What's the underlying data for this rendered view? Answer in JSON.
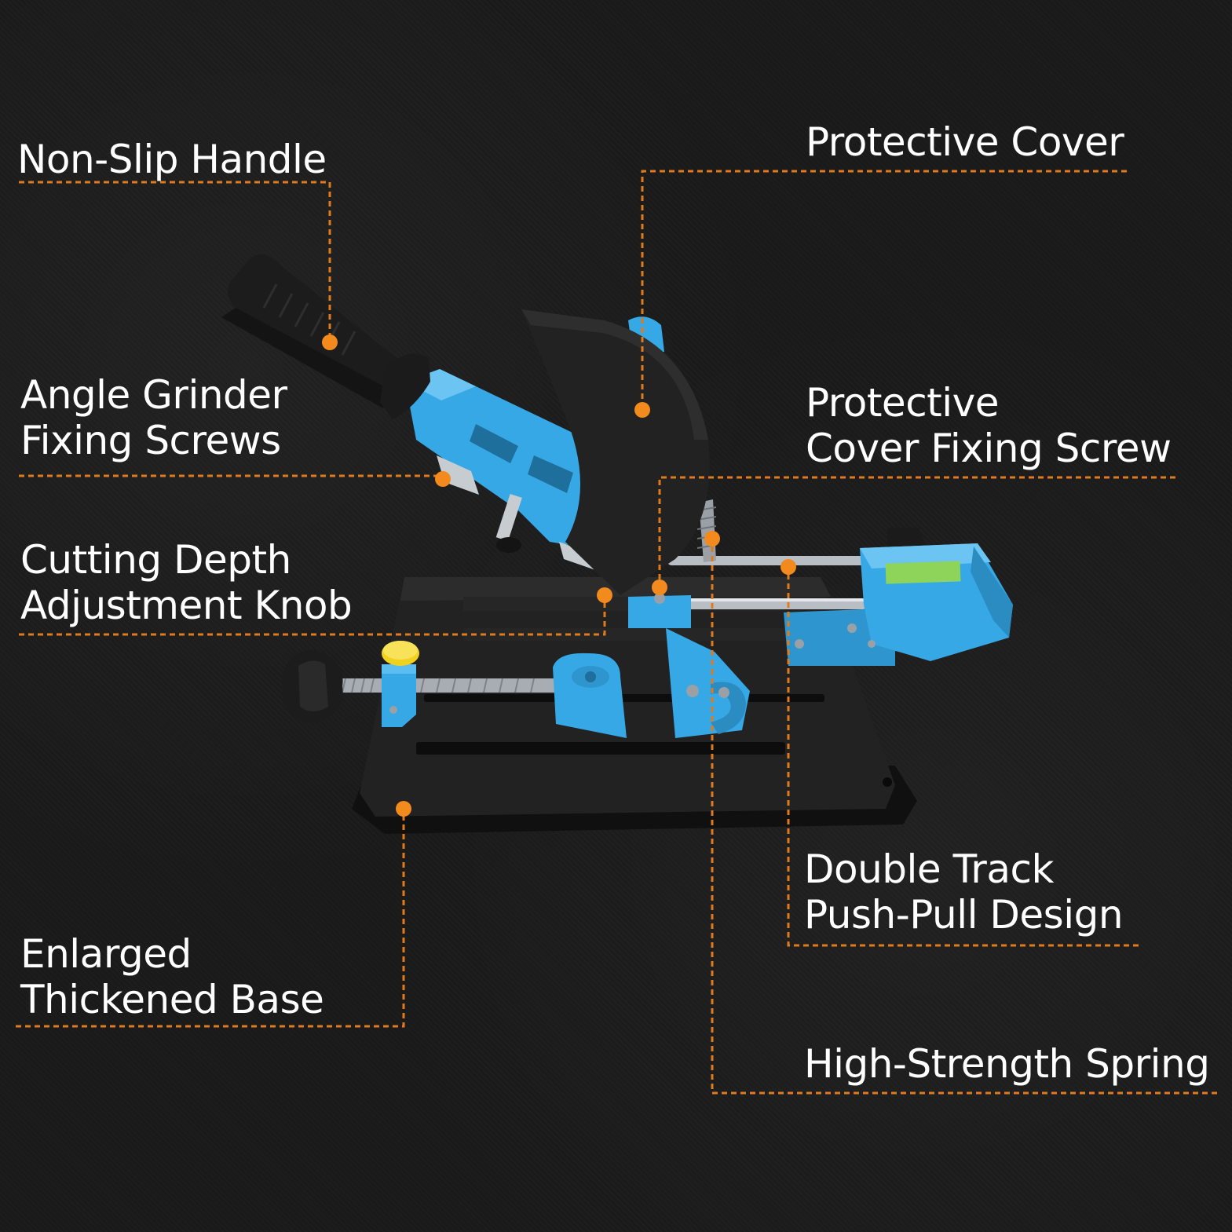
{
  "colors": {
    "background": "#1a1a1a",
    "leader_line": "#e07a1f",
    "anchor_dot": "#f28a1e",
    "tool_blue": "#37a8e6",
    "tool_black": "#222222",
    "label_text": "#ffffff"
  },
  "labels": {
    "non_slip_handle": [
      "Non-Slip Handle"
    ],
    "angle_grinder_fixing_screws": [
      "Angle Grinder",
      "Fixing Screws"
    ],
    "cutting_depth_adjustment_knob": [
      "Cutting Depth",
      "Adjustment Knob"
    ],
    "enlarged_thickened_base": [
      "Enlarged",
      "Thickened Base"
    ],
    "protective_cover": [
      "Protective Cover"
    ],
    "protective_cover_fixing_screw": [
      "Protective",
      "Cover Fixing Screw"
    ],
    "double_track_push_pull_design": [
      "Double Track",
      "Push-Pull Design"
    ],
    "high_strength_spring": [
      "High-Strength Spring"
    ]
  }
}
